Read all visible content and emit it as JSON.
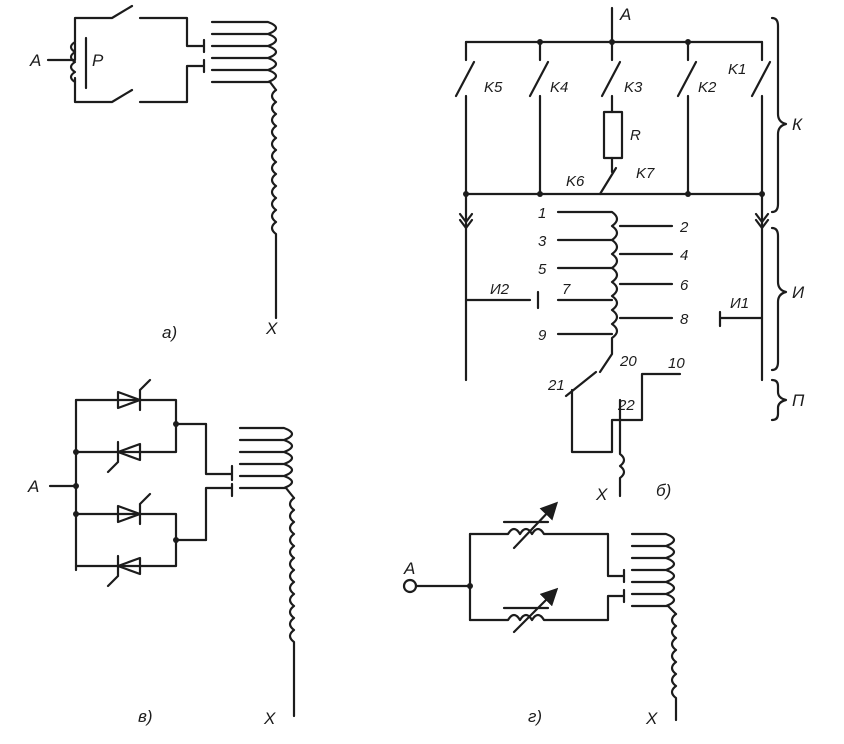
{
  "diagram_a": {
    "terminal_in": "A",
    "relay": "P",
    "terminal_out": "X",
    "caption": "а)"
  },
  "diagram_b": {
    "terminal_in": "A",
    "switches": [
      "K5",
      "K4",
      "K3",
      "K2",
      "K1"
    ],
    "resistor": "R",
    "switch_k6": "K6",
    "switch_k7": "K7",
    "taps_left": [
      "1",
      "3",
      "5",
      "7",
      "9"
    ],
    "taps_right": [
      "2",
      "4",
      "6",
      "8"
    ],
    "selector_left": "И2",
    "selector_right": "И1",
    "tap_20": "20",
    "tap_21": "21",
    "tap_22": "22",
    "tap_10": "10",
    "group_k": "К",
    "group_i": "И",
    "group_p": "П",
    "terminal_out": "X",
    "caption": "б)"
  },
  "diagram_v": {
    "terminal_in": "A",
    "terminal_out": "X",
    "caption": "в)"
  },
  "diagram_g": {
    "terminal_in": "A",
    "terminal_out": "X",
    "caption": "г)"
  }
}
